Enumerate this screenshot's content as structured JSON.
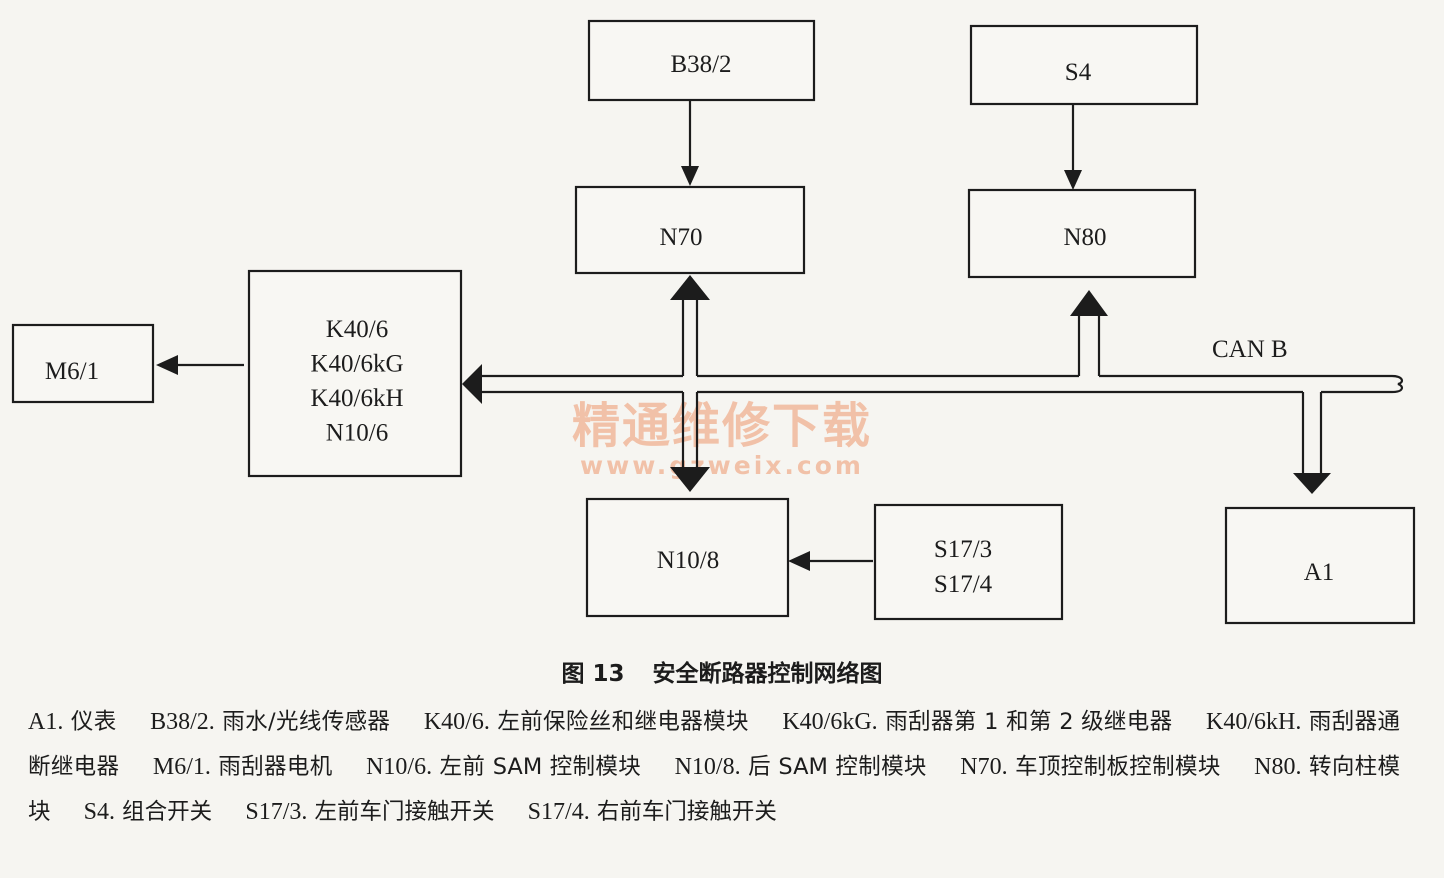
{
  "nodes": {
    "b38_2": {
      "lines": [
        "B38/2"
      ]
    },
    "s4": {
      "lines": [
        "S4"
      ]
    },
    "n70": {
      "lines": [
        "N70"
      ]
    },
    "n80": {
      "lines": [
        "N80"
      ]
    },
    "k40_group": {
      "lines": [
        "K40/6",
        "K40/6kG",
        "K40/6kH",
        "N10/6"
      ]
    },
    "m6_1": {
      "lines": [
        "M6/1"
      ]
    },
    "n10_8": {
      "lines": [
        "N10/8"
      ]
    },
    "s17_group": {
      "lines": [
        "S17/3",
        "S17/4"
      ]
    },
    "a1": {
      "lines": [
        "A1"
      ]
    }
  },
  "bus": {
    "label": "CAN B"
  },
  "watermark": {
    "title": "精通维修下载",
    "url": "www.gzweix.com"
  },
  "caption": {
    "figure": "图 13",
    "title": "安全断路器控制网络图"
  },
  "legend": [
    {
      "code": "A1.",
      "desc": "仪表"
    },
    {
      "code": "B38/2.",
      "desc": "雨水/光线传感器"
    },
    {
      "code": "K40/6.",
      "desc": "左前保险丝和继电器模块"
    },
    {
      "code": "K40/6kG.",
      "desc": "雨刮器第 1 和第 2 级继电器"
    },
    {
      "code": "K40/6kH.",
      "desc": "雨刮器通断继电器"
    },
    {
      "code": "M6/1.",
      "desc": "雨刮器电机"
    },
    {
      "code": "N10/6.",
      "desc": "左前 SAM 控制模块"
    },
    {
      "code": "N10/8.",
      "desc": "后 SAM 控制模块"
    },
    {
      "code": "N70.",
      "desc": "车顶控制板控制模块"
    },
    {
      "code": "N80.",
      "desc": "转向柱模块"
    },
    {
      "code": "S4.",
      "desc": "组合开关"
    },
    {
      "code": "S17/3.",
      "desc": "左前车门接触开关"
    },
    {
      "code": "S17/4.",
      "desc": "右前车门接触开关"
    }
  ]
}
